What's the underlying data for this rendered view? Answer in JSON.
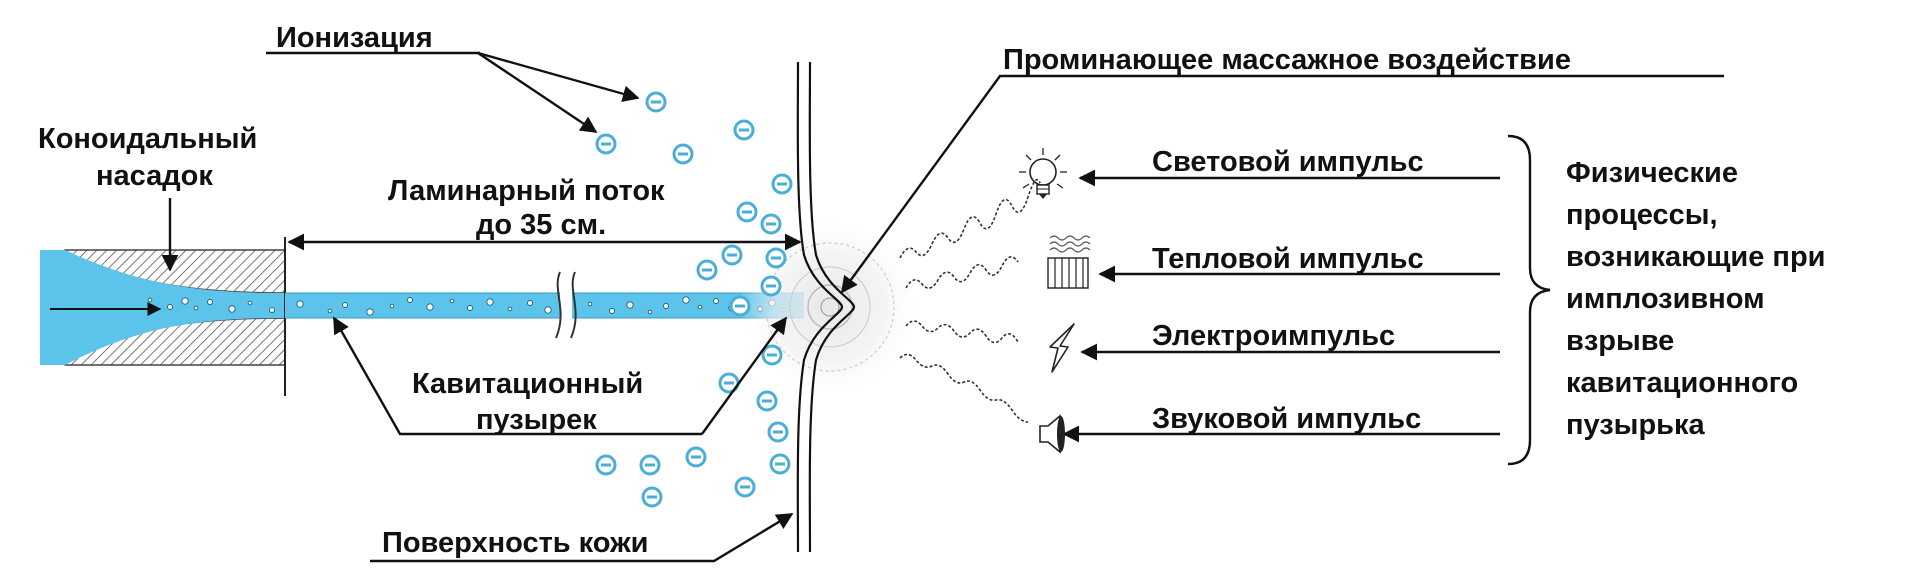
{
  "labels": {
    "ionization": "Ионизация",
    "nozzle_line1": "Коноидальный",
    "nozzle_line2": "насадок",
    "laminar_line1": "Ламинарный поток",
    "laminar_line2": "до 35 см.",
    "bubble_line1": "Кавитационный",
    "bubble_line2": "пузырек",
    "skin": "Поверхность кожи",
    "massage": "Проминающее массажное воздействие",
    "light": "Световой импульс",
    "heat": "Тепловой импульс",
    "electro": "Электроимпульс",
    "sound": "Звуковой импульс"
  },
  "physics": {
    "lines": [
      "Физические",
      "процессы,",
      "возникающие при",
      "имплозивном",
      "взрыве",
      "кавитационного",
      "пузырька"
    ]
  },
  "icons": {
    "light": "light-bulb-icon",
    "heat": "radiator-icon",
    "electro": "lightning-icon",
    "sound": "speaker-icon"
  },
  "colors": {
    "water": "#5cc3ea",
    "ion": "#4aaed8",
    "text": "#111111"
  }
}
